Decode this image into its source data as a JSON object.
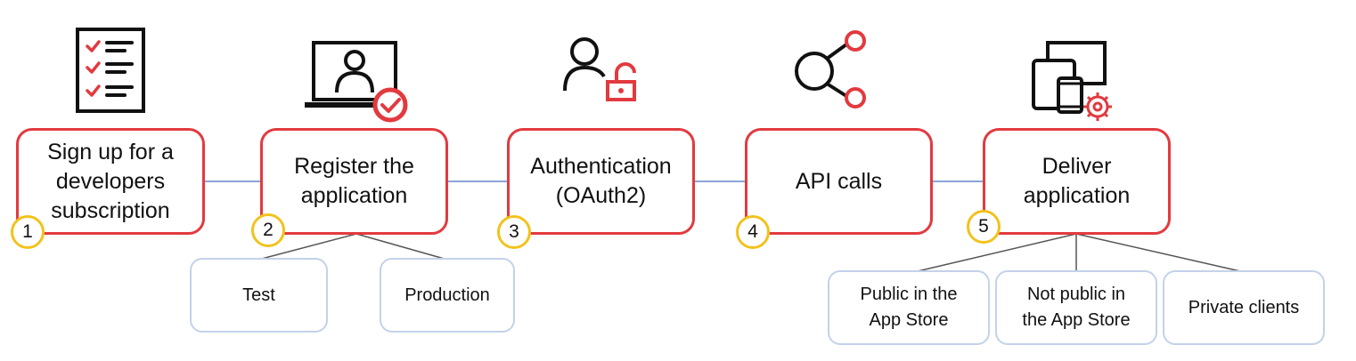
{
  "colors": {
    "step_border": "#e23a3f",
    "sub_border": "#c3d2ea",
    "connector": "#8aa4d6",
    "badge_border": "#f2c21b",
    "icon_stroke": "#111111",
    "icon_accent": "#e23a3f"
  },
  "steps": [
    {
      "number": "1",
      "label": "Sign up for a\ndevelopers\nsubscription",
      "icon": "checklist-icon"
    },
    {
      "number": "2",
      "label": "Register the\napplication",
      "icon": "laptop-user-check-icon"
    },
    {
      "number": "3",
      "label": "Authentication\n(OAuth2)",
      "icon": "user-lock-icon"
    },
    {
      "number": "4",
      "label": "API calls",
      "icon": "share-nodes-icon"
    },
    {
      "number": "5",
      "label": "Deliver\napplication",
      "icon": "devices-gear-icon"
    }
  ],
  "register_options": [
    {
      "label": "Test"
    },
    {
      "label": "Production"
    }
  ],
  "delivery_options": [
    {
      "label": "Public in the\nApp Store"
    },
    {
      "label": "Not public in\nthe App Store"
    },
    {
      "label": "Private clients"
    }
  ]
}
